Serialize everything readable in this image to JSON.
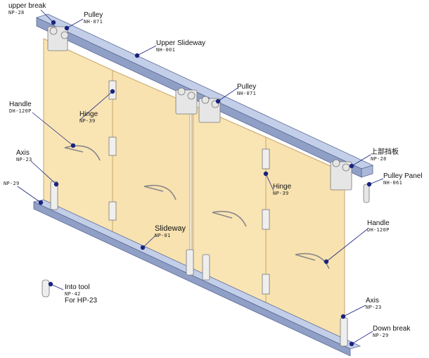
{
  "labels": {
    "upper_break": {
      "title": "upper break",
      "code": "NP-28"
    },
    "pulley_top": {
      "title": "Pulley",
      "code": "NH-071"
    },
    "upper_slideway": {
      "title": "Upper Slideway",
      "code": "NH-001"
    },
    "pulley_mid": {
      "title": "Pulley",
      "code": "NH-071"
    },
    "handle_left": {
      "title": "Handle",
      "code": "DH-120P"
    },
    "hinge_left": {
      "title": "Hinge",
      "code": "NP-39"
    },
    "axis_left": {
      "title": "Axis",
      "code": "NP-23"
    },
    "np29_left": {
      "code": "NP-29"
    },
    "top_stop_cn": {
      "title": "上部挡板",
      "code": "NP-28"
    },
    "pulley_panel": {
      "title": "Pulley Panel",
      "code": "NH-061"
    },
    "hinge_right": {
      "title": "Hinge",
      "code": "NP-39"
    },
    "slideway": {
      "title": "Slideway",
      "code": "NP-01"
    },
    "handle_right": {
      "title": "Handle",
      "code": "DH-120P"
    },
    "into_tool": {
      "title": "Into tool",
      "code": "NP-42",
      "note": "For HP-23"
    },
    "axis_right": {
      "title": "Axis",
      "code": "NP-23"
    },
    "down_break": {
      "title": "Down break",
      "code": "NP-29"
    }
  },
  "colors": {
    "panel_fill": "#f9e4b4",
    "panel_edge": "#c9a66a",
    "rail_top": "#c3cfe8",
    "rail_side": "#8f9fc6",
    "rail_edge": "#5b6a96",
    "dot": "#1a237e",
    "leader": "#1a237e"
  }
}
